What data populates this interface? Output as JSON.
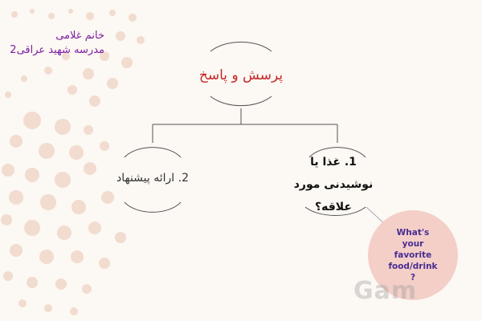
{
  "author": {
    "line1": "خانم غلامی",
    "line2": "مدرسه شهید عراقی2"
  },
  "title_node": {
    "label": "پرسش و پاسخ"
  },
  "node_right": {
    "line1": "1. غذا یا",
    "line2": "نوشیدنی مورد",
    "line3": "علاقه؟"
  },
  "node_left": {
    "label": "2. ارائه پیشنهاد"
  },
  "question_bubble": {
    "text": "What's your favorite food/drink ?"
  },
  "watermark": {
    "text": "Gam"
  },
  "colors": {
    "background": "#fcf8f3",
    "dots": "#f1dccf",
    "title": "#c62828",
    "author": "#7b1fa2",
    "bubble": "#f3cfc8",
    "bubble_text": "#4a2c91"
  }
}
